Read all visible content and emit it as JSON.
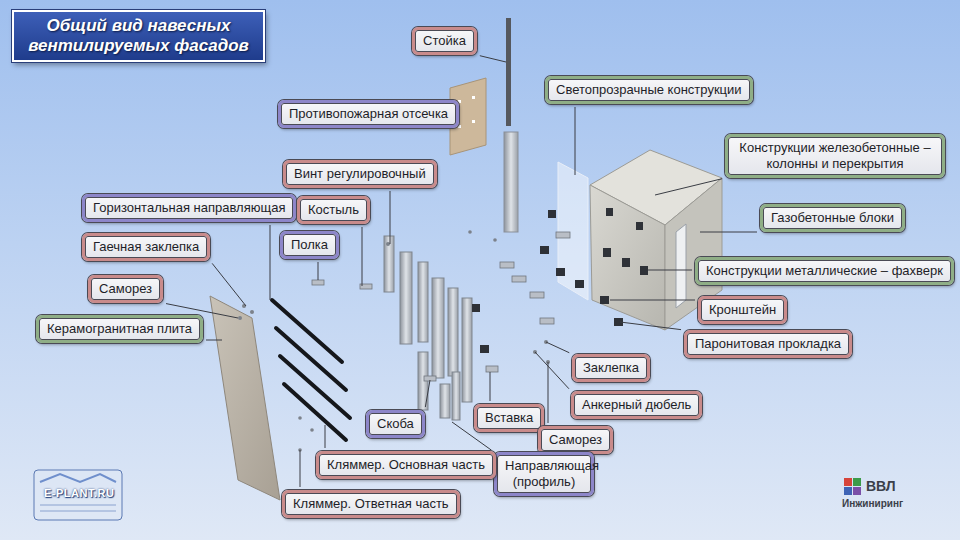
{
  "diagram": {
    "title": "Общий вид навесных вентилируемых фасадов",
    "nodes": [
      {
        "text": [
          "Стойка"
        ]
      },
      {
        "text": [
          "Светопрозрачные конструкции"
        ]
      },
      {
        "text": [
          "Противопожарная отсечка"
        ]
      },
      {
        "text": [
          "Конструкции железобетонные – колонны и перекрытия"
        ]
      },
      {
        "text": [
          "Винт регулировочный"
        ]
      },
      {
        "text": [
          "Горизонтальная направляющая"
        ]
      },
      {
        "text": [
          "Костыль"
        ]
      },
      {
        "text": [
          "Газобетонные блоки"
        ]
      },
      {
        "text": [
          "Полка"
        ]
      },
      {
        "text": [
          "Гаечная заклепка"
        ]
      },
      {
        "text": [
          "Конструкции металлические – фахверк"
        ]
      },
      {
        "text": [
          "Саморез"
        ]
      },
      {
        "text": [
          "Кронштейн"
        ]
      },
      {
        "text": [
          "Керамогранитная плита"
        ]
      },
      {
        "text": [
          "Паронитовая прокладка"
        ]
      },
      {
        "text": [
          "Заклепка"
        ]
      },
      {
        "text": [
          "Анкерный дюбель"
        ]
      },
      {
        "text": [
          "Скоба"
        ]
      },
      {
        "text": [
          "Вставка"
        ]
      },
      {
        "text": [
          "Саморез"
        ]
      },
      {
        "text": [
          "Направляющая (профиль)"
        ]
      },
      {
        "text": [
          "Кляммер. Основная часть"
        ]
      },
      {
        "text": [
          "Кляммер. Ответная часть"
        ]
      }
    ],
    "labels": [
      "E-PLANT.RU",
      "ВВЛ",
      "Инжиниринг"
    ]
  }
}
